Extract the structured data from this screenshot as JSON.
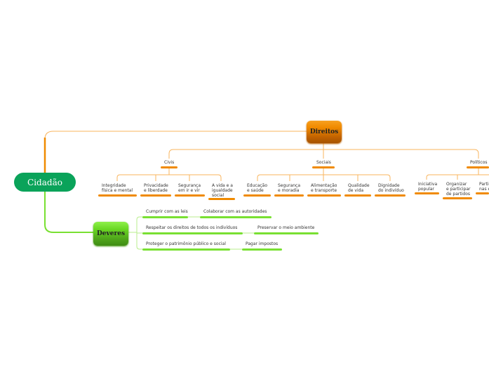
{
  "root": {
    "label": "Cidadão"
  },
  "branches": {
    "direitos": {
      "label": "Direitos",
      "color": "#f08a00",
      "groups": {
        "civis": {
          "label": "Civis",
          "items": [
            "Integridade\nfísica e mental",
            "Privacidade\ne liberdade",
            "Segurança\nem ir e vir",
            "A vida e a\nigualdade\nsocial"
          ]
        },
        "sociais": {
          "label": "Sociais",
          "items": [
            "Educação\ne saúde",
            "Segurança\ne moradia",
            "Alimentação\ne transporte",
            "Qualidade\nde vida",
            "Dignidade\ndo indivíduo"
          ]
        },
        "politicos": {
          "label": "Políticos",
          "items": [
            "Iniciativa\npopular",
            "Organizar\ne participar\nde partidos",
            "Partic\nnas e"
          ]
        }
      }
    },
    "deveres": {
      "label": "Deveres",
      "color": "#79e032",
      "rows": [
        [
          "Cumprir com as leis",
          "Colaborar com as autoridades"
        ],
        [
          "Respeitar os direitos de todos os indivíduos",
          "Preservar o meio ambiente"
        ],
        [
          "Proteger o patrimônio público e social",
          "Pagar impostos"
        ]
      ]
    }
  }
}
